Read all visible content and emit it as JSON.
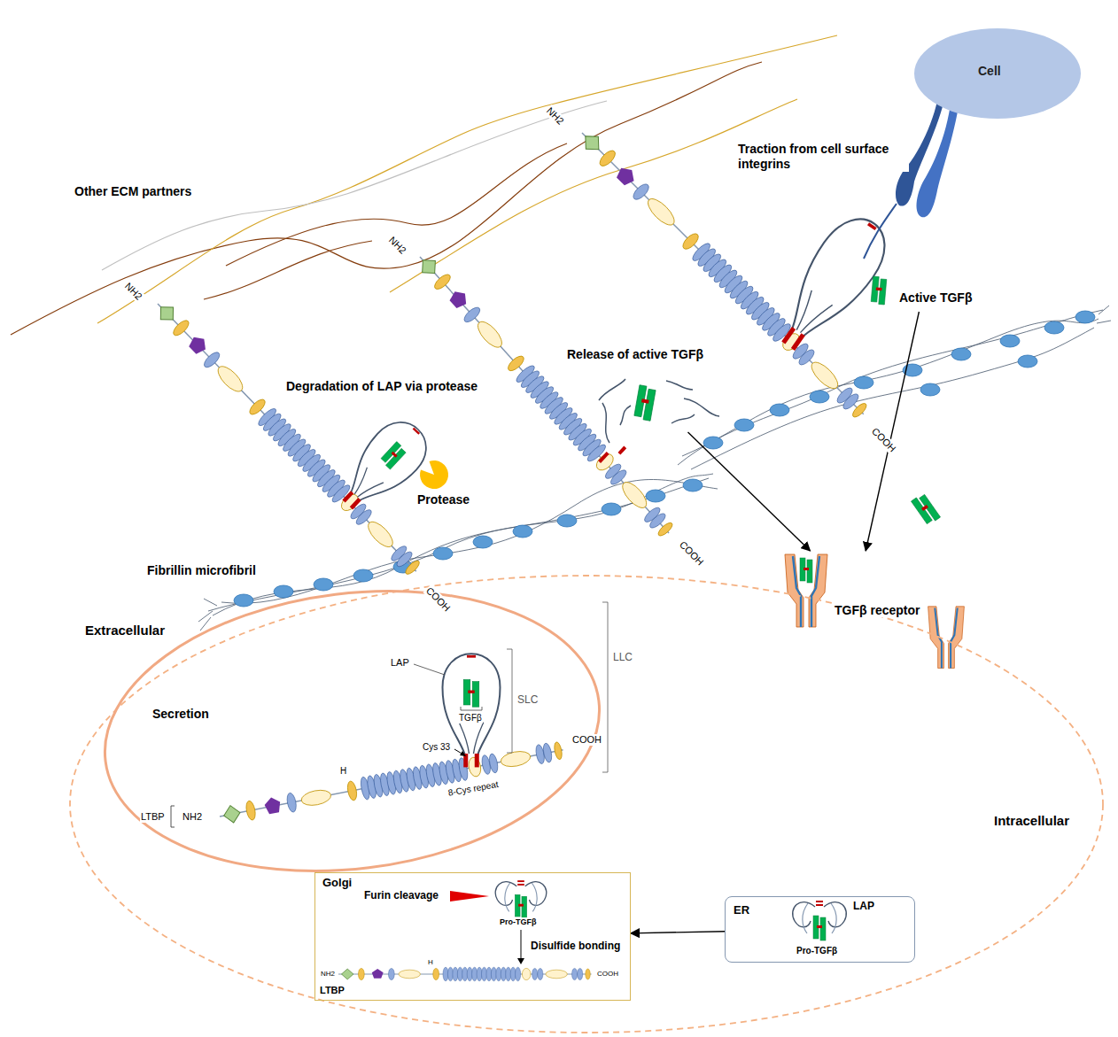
{
  "diagram": {
    "nodes": [
      {
        "text": [
          "Cell"
        ]
      },
      {
        "text": [
          "Active TGFβ"
        ]
      },
      {
        "text": [
          "Release of active TGFβ"
        ]
      },
      {
        "text": [
          "TGFβ receptor"
        ]
      },
      {
        "text": [
          "Intracellular"
        ]
      },
      {
        "text": [
          "Secretion"
        ],
        "in": 4
      },
      {
        "text": [
          "Golgi"
        ],
        "in": 4
      },
      {
        "text": [
          "ER"
        ],
        "in": 4
      }
    ],
    "edges": [
      {
        "from": 7,
        "to": 6,
        "arrow": "to"
      },
      {
        "from": 2,
        "to": 3,
        "arrow": "to"
      },
      {
        "from": 1,
        "to": 3,
        "arrow": "to"
      }
    ],
    "labels": [
      "Other ECM partners",
      "Traction from cell surface integrins",
      "NH2",
      "NH2",
      "NH2",
      "Degradation of LAP via protease",
      "Protease",
      "COOH",
      "COOH",
      "COOH",
      "Fibrillin microfibril",
      "Extracellular",
      "LAP",
      "TGFβ",
      "SLC",
      "LLC",
      "Cys 33",
      "8-Cys repeat",
      "H",
      "COOH",
      "LTBP",
      "NH2",
      "Furin cleavage",
      "Pro-TGFβ",
      "Disulfide bonding",
      "NH2",
      "H",
      "COOH",
      "LTBP",
      "LAP",
      "Pro-TGFβ"
    ]
  }
}
